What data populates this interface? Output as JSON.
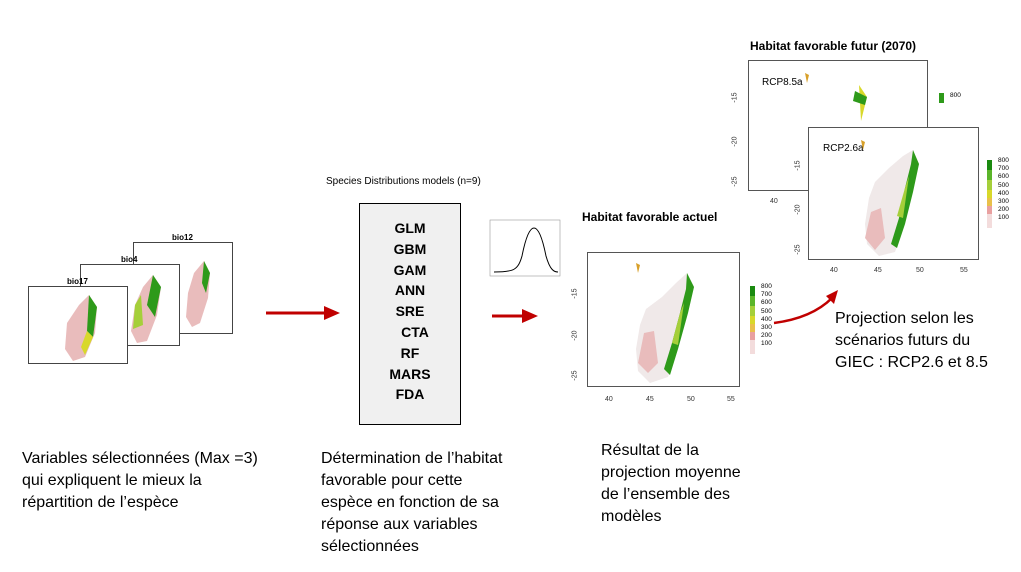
{
  "stage1": {
    "labels": [
      "bio12",
      "bio4",
      "bio17"
    ],
    "caption": [
      " Variables sélectionnées (Max =3)",
      "qui expliquent le mieux la",
      "répartition de l’espèce"
    ]
  },
  "stage2": {
    "title": "Species Distributions models (n=9)",
    "models": [
      "GLM",
      "GBM",
      "GAM",
      "ANN",
      "SRE",
      "CTA",
      "RF",
      "MARS",
      "FDA"
    ],
    "caption": [
      "Détermination de l’habitat",
      "favorable pour cette",
      "espèce en fonction de sa",
      "réponse aux variables",
      "sélectionnées"
    ]
  },
  "stage3": {
    "title": "Habitat favorable actuel",
    "y_ticks": [
      "-15",
      "-20",
      "-25"
    ],
    "x_ticks": [
      "40",
      "45",
      "50",
      "55"
    ],
    "legend": [
      "800",
      "700",
      "600",
      "500",
      "400",
      "300",
      "200",
      "100"
    ],
    "caption": [
      "Résultat de la",
      "projection moyenne",
      "de l’ensemble des",
      "modèles"
    ]
  },
  "stage4": {
    "title": "Habitat favorable futur (2070)",
    "back_label": "RCP8.5a",
    "back_y_ticks": [
      "-15",
      "-20",
      "-25"
    ],
    "back_x_tick": "40",
    "back_legend_top": "800",
    "front_label": "RCP2.6a",
    "front_y_ticks": [
      "-15",
      "-20",
      "-25"
    ],
    "front_x_ticks": [
      "40",
      "45",
      "50",
      "55"
    ],
    "front_legend": [
      "800",
      "700",
      "600",
      "500",
      "400",
      "300",
      "200",
      "100"
    ],
    "caption": [
      "Projection selon les",
      "scénarios futurs du",
      "GIEC : RCP2.6 et 8.5"
    ]
  },
  "colors": {
    "arrow": "#c00000",
    "green": "#2e9a1a",
    "yellow": "#d8d82a",
    "pink": "#e9bcbc",
    "box": "#f0f0f0"
  }
}
